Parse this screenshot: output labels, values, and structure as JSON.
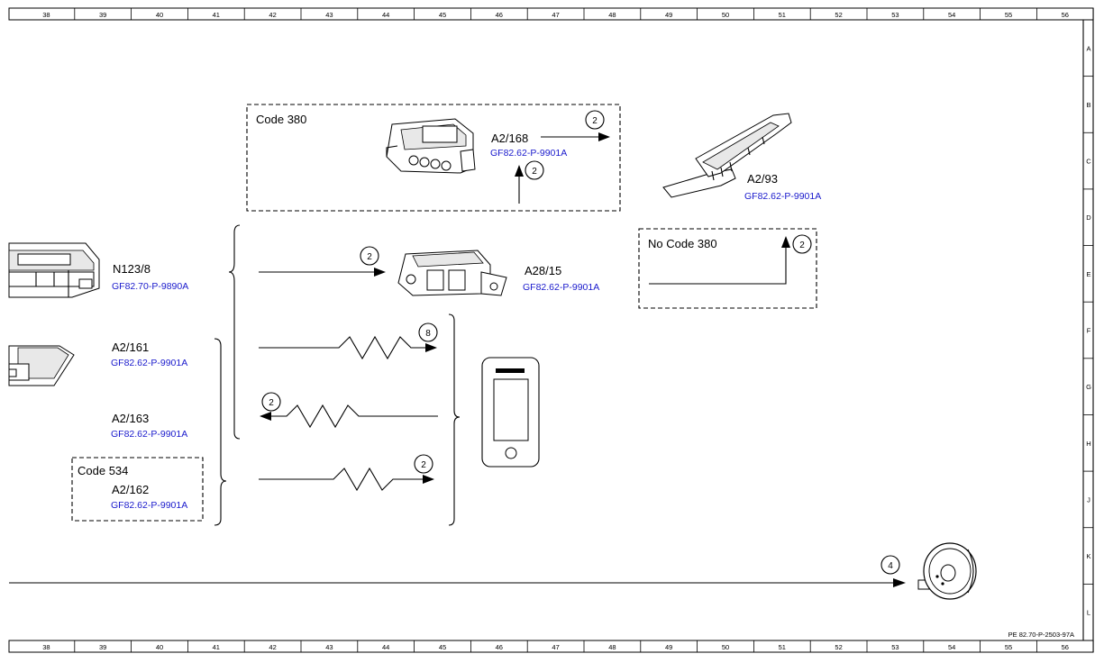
{
  "grid": {
    "columns": [
      "38",
      "39",
      "40",
      "41",
      "42",
      "43",
      "44",
      "45",
      "46",
      "47",
      "48",
      "49",
      "50",
      "51",
      "52",
      "53",
      "54",
      "55",
      "56"
    ],
    "rows": [
      "A",
      "B",
      "C",
      "D",
      "E",
      "F",
      "G",
      "H",
      "J",
      "K",
      "L"
    ]
  },
  "drawing_id": "PE 82.70-P-2503-97A",
  "groups": {
    "code380": "Code 380",
    "no_code380": "No Code 380",
    "code534": "Code 534"
  },
  "components": {
    "a2_168": {
      "code": "A2/168",
      "ref": "GF82.62-P-9901A"
    },
    "a2_93": {
      "code": "A2/93",
      "ref": "GF82.62-P-9901A"
    },
    "n123_8": {
      "code": "N123/8",
      "ref": "GF82.70-P-9890A"
    },
    "a28_15": {
      "code": "A28/15",
      "ref": "GF82.62-P-9901A"
    },
    "a2_161": {
      "code": "A2/161",
      "ref": "GF82.62-P-9901A"
    },
    "a2_163": {
      "code": "A2/163",
      "ref": "GF82.62-P-9901A"
    },
    "a2_162": {
      "code": "A2/162",
      "ref": "GF82.62-P-9901A"
    }
  },
  "markers": {
    "a2_168_out": "2",
    "a2_168_in": "2",
    "no_code380": "2",
    "a28_15": "2",
    "a2_161": "8",
    "a2_163": "2",
    "a2_162": "2",
    "speaker": "4"
  },
  "icons": [
    "control-unit-icon",
    "antenna-strip-icon",
    "telematics-module-icon",
    "smartphone-icon",
    "speaker-icon"
  ]
}
